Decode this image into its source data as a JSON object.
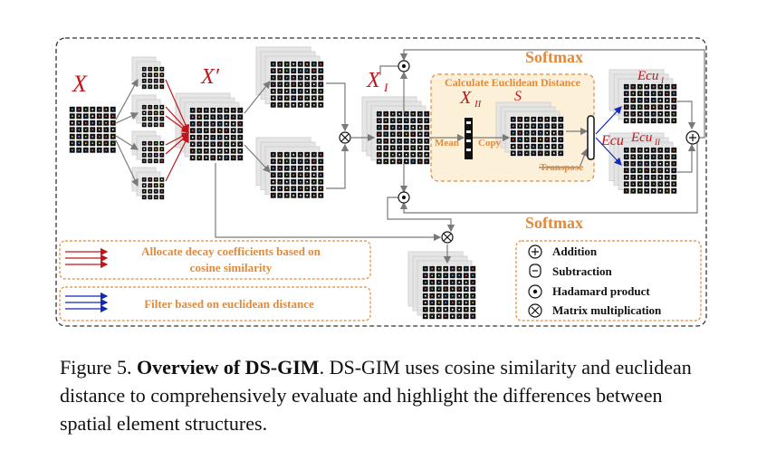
{
  "colors": {
    "orange": "#e08a3c",
    "red": "#c0161b",
    "blue": "#1228b8",
    "panel_fill": "#fdf0d8",
    "cell_dark": "#111111",
    "gray_line": "#8a8a8a"
  },
  "labels": {
    "x": "X",
    "x_prime": "X′",
    "x_i": "X",
    "x_i_sub": "I",
    "x_ii": "X",
    "x_ii_sub": "II",
    "s": "S",
    "ecu": "Ecu",
    "ecu_i": "Ecu",
    "ecu_i_sub": "I",
    "ecu_ii": "Ecu",
    "ecu_ii_sub": "II",
    "calc_title": "Calculate Euclidean Distance",
    "mean": "Mean",
    "copy": "Copy",
    "transpose": "Transpose",
    "softmax_top": "Softmax",
    "softmax_bottom": "Softmax"
  },
  "legend_left": {
    "red_line1": "Allocate decay coefficients based on",
    "red_line2": "cosine similarity",
    "blue_text": "Filter based on euclidean distance"
  },
  "legend_right": {
    "addition": "Addition",
    "subtraction": "Subtraction",
    "hadamard": "Hadamard product",
    "matmul": "Matrix multiplication"
  },
  "caption": {
    "label": "Figure 5.",
    "title": "Overview of DS-GIM",
    "rest": ". DS-GIM uses cosine similarity and euclidean distance to comprehensively evaluate and highlight the differences between spatial element structures."
  }
}
